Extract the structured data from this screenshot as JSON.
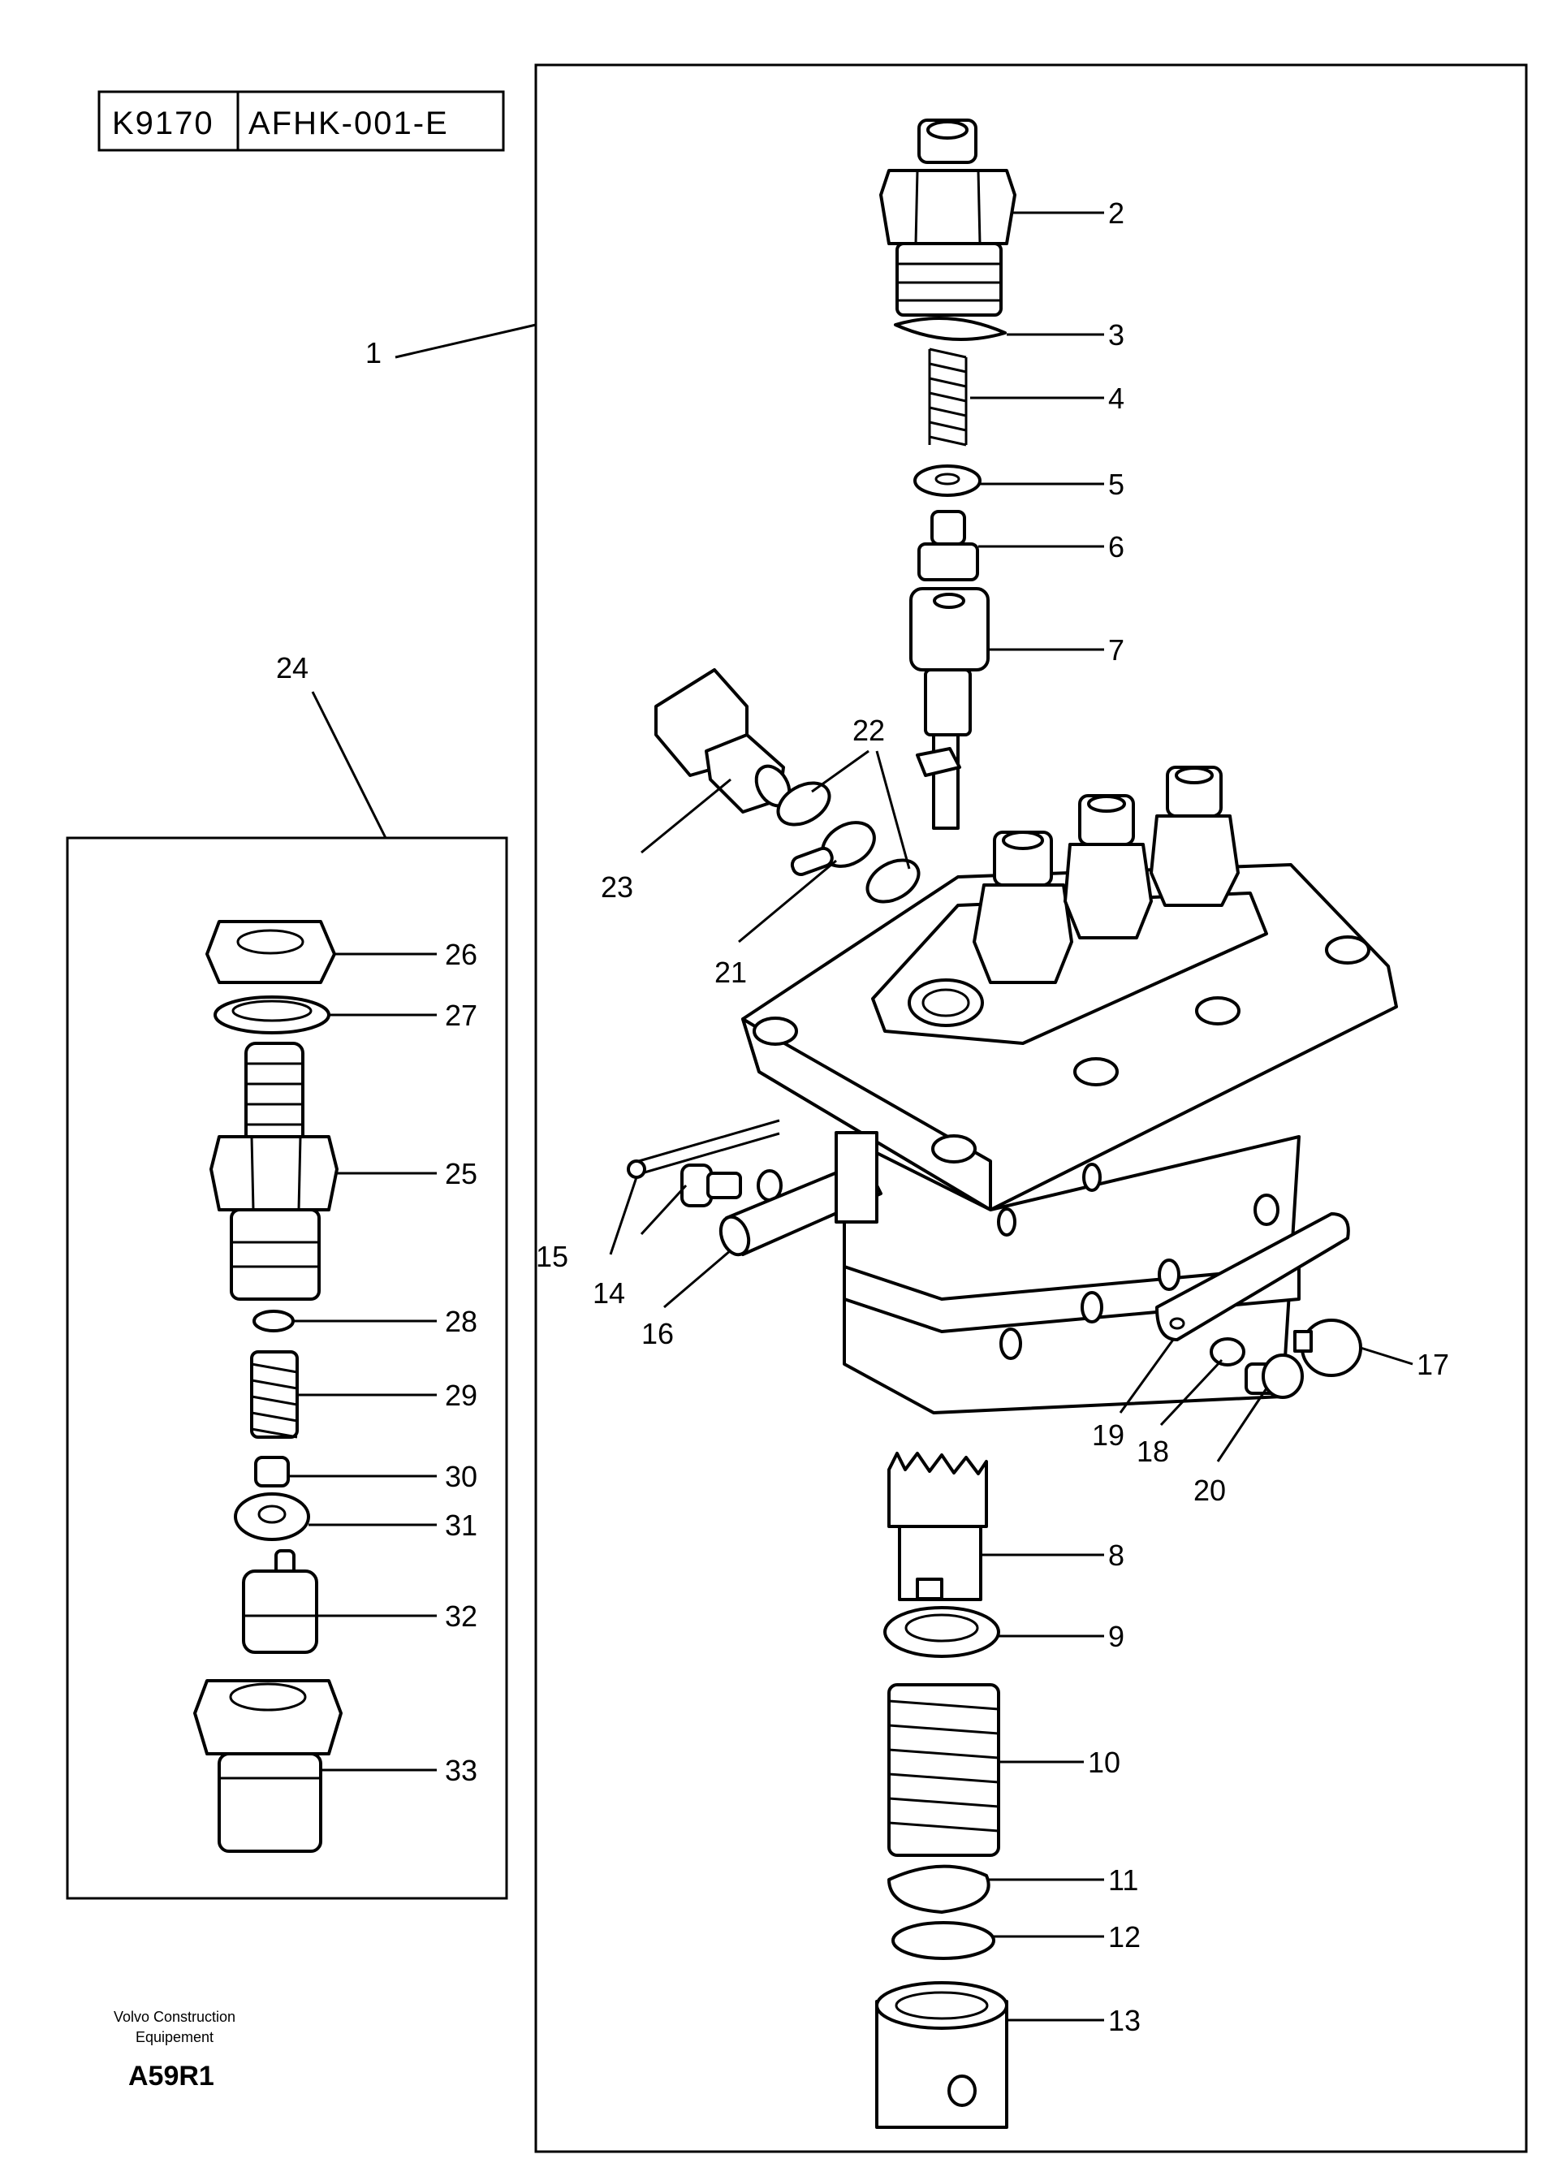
{
  "header": {
    "code_left": "K9170",
    "code_right": "AFHK-001-E"
  },
  "footer": {
    "company_line1": "Volvo Construction",
    "company_line2": "Equipement",
    "ref": "A59R1"
  },
  "callouts": [
    "1",
    "2",
    "3",
    "4",
    "5",
    "6",
    "7",
    "8",
    "9",
    "10",
    "11",
    "12",
    "13",
    "14",
    "15",
    "16",
    "17",
    "18",
    "19",
    "20",
    "21",
    "22",
    "23",
    "24",
    "25",
    "26",
    "27",
    "28",
    "29",
    "30",
    "31",
    "32",
    "33"
  ]
}
